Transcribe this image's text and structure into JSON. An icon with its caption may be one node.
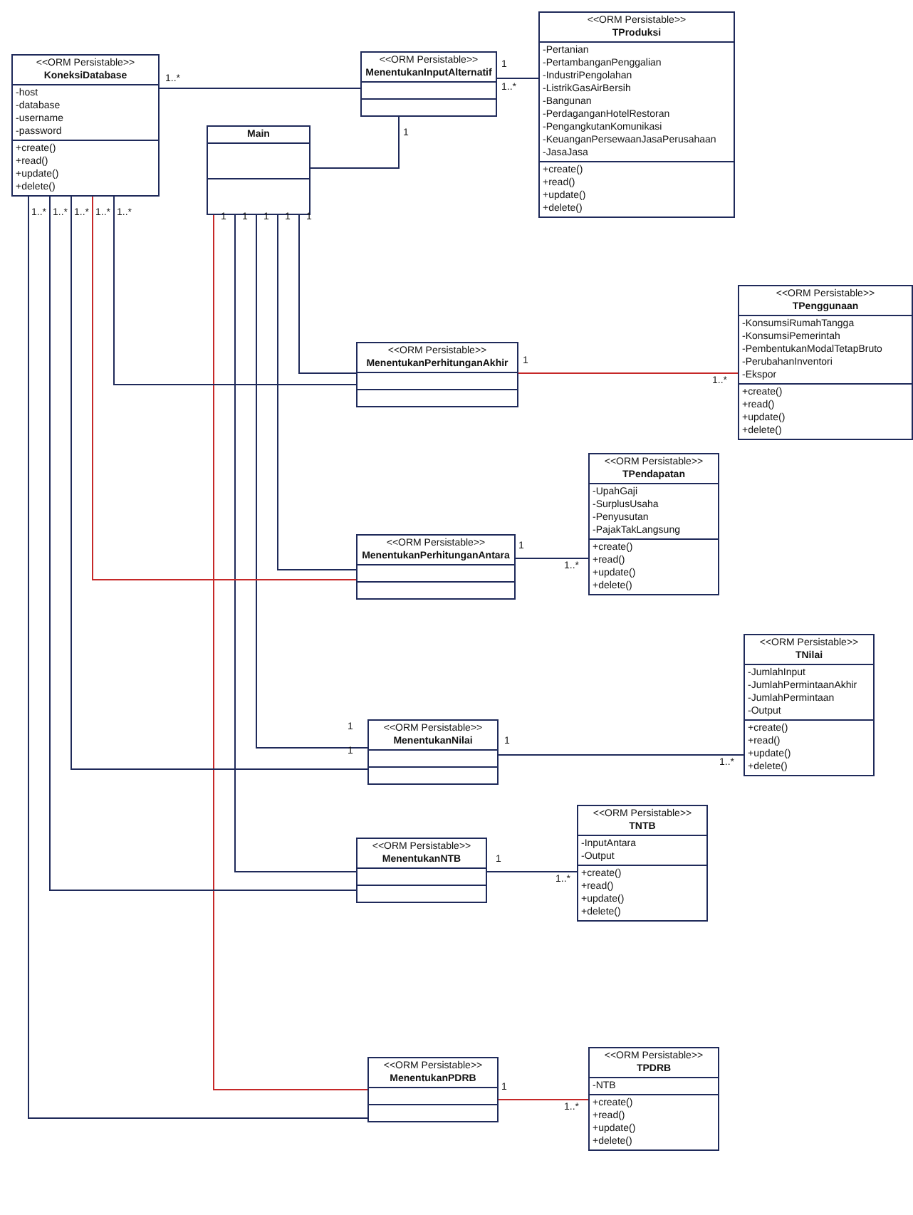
{
  "diagram": {
    "nodes": [
      {
        "text": [
          "<<ORM Persistable>>",
          "KoneksiDatabase",
          "-host",
          "-database",
          "-username",
          "-password",
          "+create()",
          "+read()",
          "+update()",
          "+delete()"
        ]
      },
      {
        "text": [
          "Main"
        ]
      },
      {
        "text": [
          "<<ORM Persistable>>",
          "MenentukanInputAlternatif"
        ]
      },
      {
        "text": [
          "<<ORM Persistable>>",
          "TProduksi",
          "-Pertanian",
          "-PertambanganPenggalian",
          "-IndustriPengolahan",
          "-ListrikGasAirBersih",
          "-Bangunan",
          "-PerdaganganHotelRestoran",
          "-PengangkutanKomunikasi",
          "-KeuanganPersewaanJasaPerusahaan",
          "-JasaJasa",
          "+create()",
          "+read()",
          "+update()",
          "+delete()"
        ]
      },
      {
        "text": [
          "<<ORM Persistable>>",
          "TPenggunaan",
          "-KonsumsiRumahTangga",
          "-KonsumsiPemerintah",
          "-PembentukanModalTetapBruto",
          "-PerubahanInventori",
          "-Ekspor",
          "+create()",
          "+read()",
          "+update()",
          "+delete()"
        ]
      },
      {
        "text": [
          "<<ORM Persistable>>",
          "MenentukanPerhitunganAkhir"
        ]
      },
      {
        "text": [
          "<<ORM Persistable>>",
          "TPendapatan",
          "-UpahGaji",
          "-SurplusUsaha",
          "-Penyusutan",
          "-PajakTakLangsung",
          "+create()",
          "+read()",
          "+update()",
          "+delete()"
        ]
      },
      {
        "text": [
          "<<ORM Persistable>>",
          "MenentukanPerhitunganAntara"
        ]
      },
      {
        "text": [
          "<<ORM Persistable>>",
          "TNilai",
          "-JumlahInput",
          "-JumlahPermintaanAkhir",
          "-JumlahPermintaan",
          "-Output",
          "+create()",
          "+read()",
          "+update()",
          "+delete()"
        ]
      },
      {
        "text": [
          "<<ORM Persistable>>",
          "MenentukanNilai"
        ]
      },
      {
        "text": [
          "<<ORM Persistable>>",
          "TNTB",
          "-InputAntara",
          "-Output",
          "+create()",
          "+read()",
          "+update()",
          "+delete()"
        ]
      },
      {
        "text": [
          "<<ORM Persistable>>",
          "MenentukanNTB"
        ]
      },
      {
        "text": [
          "<<ORM Persistable>>",
          "MenentukanPDRB"
        ]
      },
      {
        "text": [
          "<<ORM Persistable>>",
          "TPDRB",
          "-NTB",
          "+create()",
          "+read()",
          "+update()",
          "+delete()"
        ]
      }
    ],
    "edges": [
      {
        "from": 1,
        "to": 2,
        "arrow": "none"
      },
      {
        "from": 1,
        "to": 5,
        "arrow": "none"
      },
      {
        "from": 1,
        "to": 7,
        "arrow": "none"
      },
      {
        "from": 1,
        "to": 9,
        "arrow": "none"
      },
      {
        "from": 1,
        "to": 11,
        "arrow": "none"
      },
      {
        "from": 1,
        "to": 12,
        "arrow": "none",
        "color": "#c62828"
      },
      {
        "from": 0,
        "to": 2,
        "arrow": "none"
      },
      {
        "from": 0,
        "to": 5,
        "arrow": "none"
      },
      {
        "from": 0,
        "to": 7,
        "arrow": "none",
        "color": "#c62828"
      },
      {
        "from": 0,
        "to": 9,
        "arrow": "none"
      },
      {
        "from": 0,
        "to": 11,
        "arrow": "none"
      },
      {
        "from": 0,
        "to": 12,
        "arrow": "none"
      },
      {
        "from": 2,
        "to": 3,
        "arrow": "none"
      },
      {
        "from": 5,
        "to": 4,
        "arrow": "none",
        "color": "#c62828"
      },
      {
        "from": 7,
        "to": 6,
        "arrow": "none"
      },
      {
        "from": 9,
        "to": 8,
        "arrow": "none"
      },
      {
        "from": 11,
        "to": 10,
        "arrow": "none"
      },
      {
        "from": 12,
        "to": 13,
        "arrow": "none",
        "color": "#c62828"
      }
    ],
    "labels": [
      "1..*",
      "1",
      "1..*",
      "1",
      "1..*",
      "1..*",
      "1..*",
      "1..*",
      "1..*",
      "1",
      "1",
      "1",
      "1",
      "1",
      "1",
      "1..*",
      "1",
      "1..*",
      "1",
      "1",
      "1",
      "1..*",
      "1",
      "1..*",
      "1",
      "1..*"
    ]
  }
}
